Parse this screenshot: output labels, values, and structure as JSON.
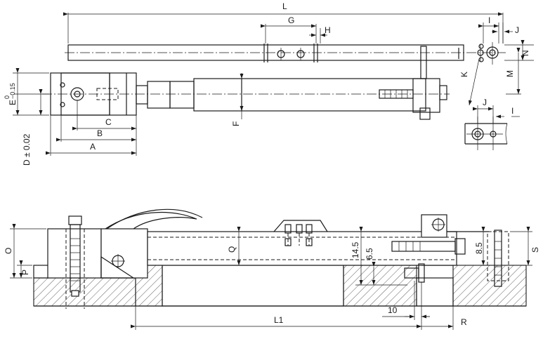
{
  "labels": {
    "L": "L",
    "G": "G",
    "H": "H",
    "I": "I",
    "J": "J",
    "N": "N",
    "K": "K",
    "M": "M",
    "E": "E",
    "E_tol_upper": "0",
    "E_tol_lower": "−0.15",
    "F": "F",
    "C": "C",
    "B": "B",
    "A": "A",
    "D": "D ± 0.02",
    "J2": "J",
    "I2": "I",
    "O": "O",
    "P": "P",
    "Q": "Q",
    "dim_14_5": "14.5",
    "dim_6_5": "6.5",
    "dim_8_5": "8.5",
    "S": "S",
    "L1": "L1",
    "dim_10": "10",
    "R": "R"
  }
}
